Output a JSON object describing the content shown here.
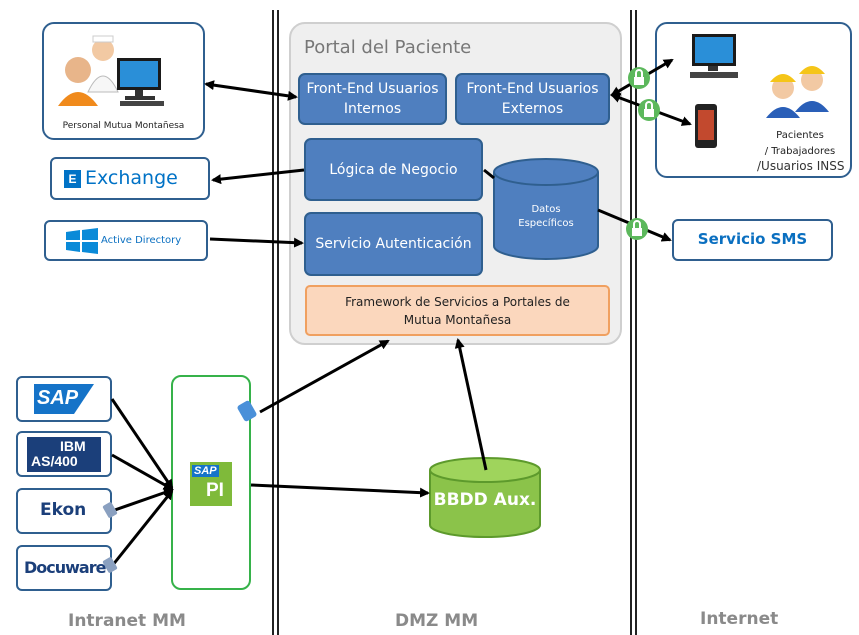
{
  "zones": {
    "intranet": "Intranet MM",
    "dmz": "DMZ MM",
    "internet": "Internet"
  },
  "portal": {
    "title": "Portal del Paciente",
    "frontend_internos": "Front-End Usuarios Internos",
    "frontend_externos": "Front-End Usuarios Externos",
    "logica_negocio": "Lógica de Negocio",
    "servicio_autenticacion": "Servicio Autenticación",
    "datos_especificos": "Datos Específicos",
    "framework": "Framework de Servicios a Portales de Mutua Montañesa"
  },
  "intranet": {
    "personal": "Personal Mutua Montañesa",
    "exchange": "Exchange",
    "active_directory": "Active Directory",
    "sap": "SAP",
    "ibm": "IBM",
    "as400": "AS/400",
    "ekon": "Ekon",
    "docuware": "Docuware",
    "sap_pi_sap": "SAP",
    "sap_pi_pi": "PI"
  },
  "dmz": {
    "bbdd_aux": "BBDD Aux."
  },
  "internet": {
    "pacientes": "Pacientes",
    "trabajadores": "/ Trabajadores",
    "usuarios_inss": "/Usuarios INSS",
    "servicio_sms": "Servicio SMS"
  },
  "colors": {
    "box_blue": "#4f7fbf",
    "box_border": "#2f5f8f",
    "framework_fill": "#fbd7bd",
    "framework_border": "#f0a060",
    "bbdd_green": "#8bc34a",
    "pi_border": "#36b24a",
    "lock_green": "#5cb85c"
  }
}
